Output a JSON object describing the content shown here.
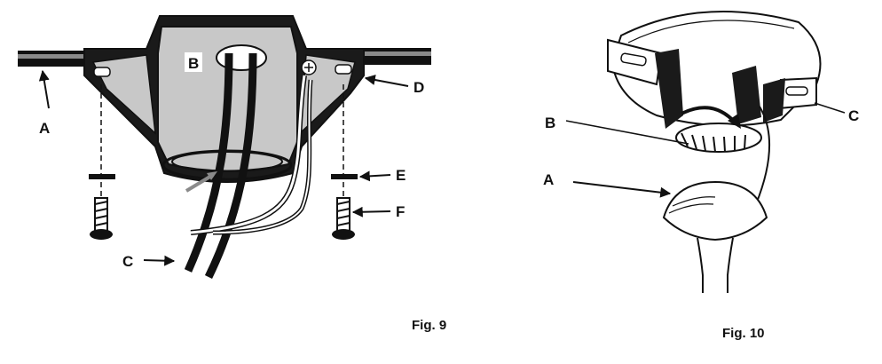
{
  "figures": [
    {
      "id": "fig9",
      "caption": "Fig. 9",
      "callouts": {
        "a": "A",
        "b": "B",
        "c": "C",
        "d": "D",
        "e": "E",
        "f": "F"
      }
    },
    {
      "id": "fig10",
      "caption": "Fig. 10",
      "callouts": {
        "a": "A",
        "b": "B",
        "c": "C"
      }
    }
  ],
  "colors": {
    "ink": "#111111",
    "bracket": "#1a1a1a",
    "fill": "#c8c8c8",
    "ceiling": "#8a8a8a"
  }
}
